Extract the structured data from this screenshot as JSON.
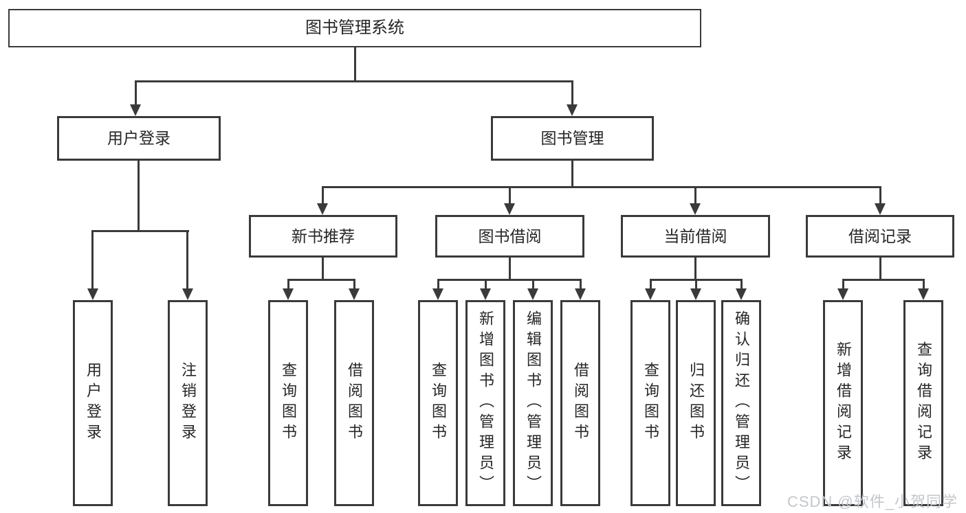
{
  "colors": {
    "line": "#3a3a3a",
    "text": "#262626",
    "watermark": "#c3c7cc",
    "background": "#ffffff"
  },
  "tree": {
    "root": {
      "label": "图书管理系统"
    },
    "branches": [
      {
        "label": "用户登录",
        "leaves": [
          "用户登录",
          "注销登录"
        ]
      },
      {
        "label": "图书管理",
        "children": [
          {
            "label": "新书推荐",
            "leaves": [
              "查询图书",
              "借阅图书"
            ]
          },
          {
            "label": "图书借阅",
            "leaves": [
              "查询图书",
              "新增图书（管理员）",
              "编辑图书（管理员）",
              "借阅图书"
            ]
          },
          {
            "label": "当前借阅",
            "leaves": [
              "查询图书",
              "归还图书",
              "确认归还（管理员）"
            ]
          },
          {
            "label": "借阅记录",
            "leaves": [
              "新增借阅记录",
              "查询借阅记录"
            ]
          }
        ]
      }
    ]
  },
  "watermark": {
    "text": "CSDN @软件_小贺同学"
  }
}
